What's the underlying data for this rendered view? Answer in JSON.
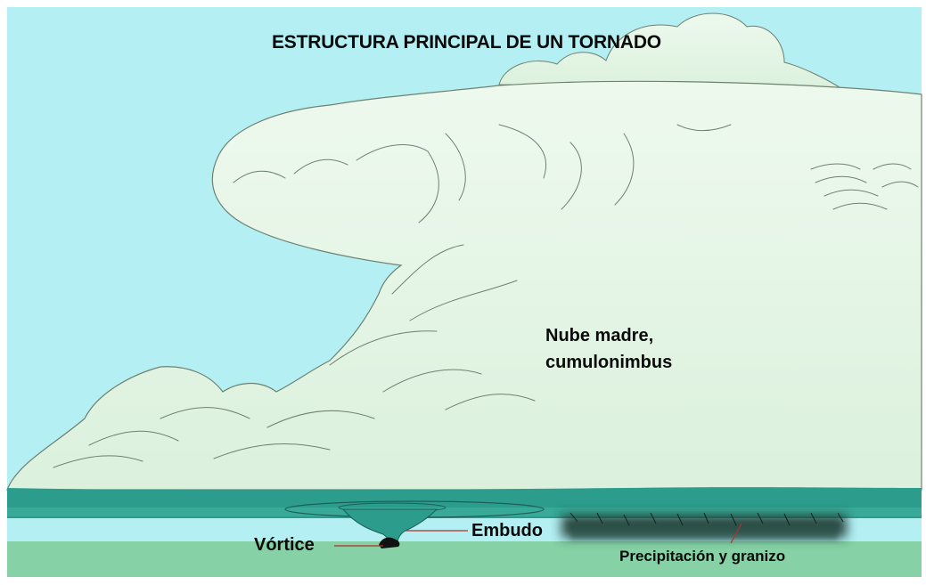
{
  "title": "ESTRUCTURA PRINCIPAL DE UN TORNADO",
  "labels": {
    "mother_cloud_line1": "Nube madre,",
    "mother_cloud_line2": "cumulonimbus",
    "funnel": "Embudo",
    "vortex": "Vórtice",
    "precipitation": "Precipitación y granizo"
  },
  "colors": {
    "sky": "#b3eff3",
    "cloud": "#e4f6e4",
    "cloud_outline": "#6f8170",
    "cloud_base": "#2c9d8d",
    "ground": "#86d1a6",
    "rain": "#1b3a33",
    "text": "#0b0b0b"
  }
}
